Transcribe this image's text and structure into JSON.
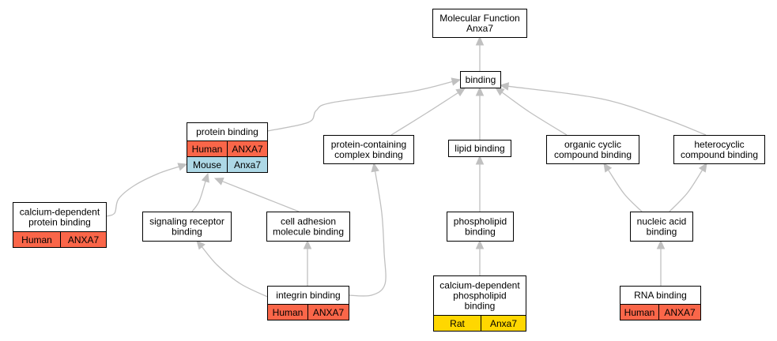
{
  "nodes": {
    "root": {
      "lines": [
        "Molecular Function",
        "Anxa7"
      ]
    },
    "binding": {
      "lines": [
        "binding"
      ]
    },
    "protein_binding": {
      "lines": [
        "protein binding"
      ],
      "annotations": [
        {
          "species": "Human",
          "gene": "ANXA7",
          "color": "#fa6649"
        },
        {
          "species": "Mouse",
          "gene": "Anxa7",
          "color": "#add8e6"
        }
      ]
    },
    "protein_complex_binding": {
      "lines": [
        "protein-containing",
        "complex binding"
      ]
    },
    "lipid_binding": {
      "lines": [
        "lipid binding"
      ]
    },
    "organic_cyclic": {
      "lines": [
        "organic cyclic",
        "compound binding"
      ]
    },
    "heterocyclic": {
      "lines": [
        "heterocyclic",
        "compound binding"
      ]
    },
    "calcium_protein": {
      "lines": [
        "calcium-dependent",
        "protein binding"
      ],
      "annotations": [
        {
          "species": "Human",
          "gene": "ANXA7",
          "color": "#fa6649"
        }
      ]
    },
    "signaling_receptor": {
      "lines": [
        "signaling receptor",
        "binding"
      ]
    },
    "cell_adhesion": {
      "lines": [
        "cell adhesion",
        "molecule binding"
      ]
    },
    "phospholipid": {
      "lines": [
        "phospholipid",
        "binding"
      ]
    },
    "nucleic_acid": {
      "lines": [
        "nucleic acid",
        "binding"
      ]
    },
    "integrin": {
      "lines": [
        "integrin binding"
      ],
      "annotations": [
        {
          "species": "Human",
          "gene": "ANXA7",
          "color": "#fa6649"
        }
      ]
    },
    "calcium_phospholipid": {
      "lines": [
        "calcium-dependent",
        "phospholipid",
        "binding"
      ],
      "annotations": [
        {
          "species": "Rat",
          "gene": "Anxa7",
          "color": "#ffd700"
        }
      ]
    },
    "rna_binding": {
      "lines": [
        "RNA binding"
      ],
      "annotations": [
        {
          "species": "Human",
          "gene": "ANXA7",
          "color": "#fa6649"
        }
      ]
    }
  },
  "edges": [
    {
      "from": "binding",
      "to": "root"
    },
    {
      "from": "protein_binding",
      "to": "binding"
    },
    {
      "from": "protein_complex_binding",
      "to": "binding"
    },
    {
      "from": "lipid_binding",
      "to": "binding"
    },
    {
      "from": "organic_cyclic",
      "to": "binding"
    },
    {
      "from": "heterocyclic",
      "to": "binding"
    },
    {
      "from": "calcium_protein",
      "to": "protein_binding"
    },
    {
      "from": "signaling_receptor",
      "to": "protein_binding"
    },
    {
      "from": "cell_adhesion",
      "to": "protein_binding"
    },
    {
      "from": "integrin",
      "to": "signaling_receptor"
    },
    {
      "from": "integrin",
      "to": "cell_adhesion"
    },
    {
      "from": "integrin",
      "to": "protein_complex_binding"
    },
    {
      "from": "phospholipid",
      "to": "lipid_binding"
    },
    {
      "from": "calcium_phospholipid",
      "to": "phospholipid"
    },
    {
      "from": "nucleic_acid",
      "to": "organic_cyclic"
    },
    {
      "from": "nucleic_acid",
      "to": "heterocyclic"
    },
    {
      "from": "rna_binding",
      "to": "nucleic_acid"
    }
  ]
}
